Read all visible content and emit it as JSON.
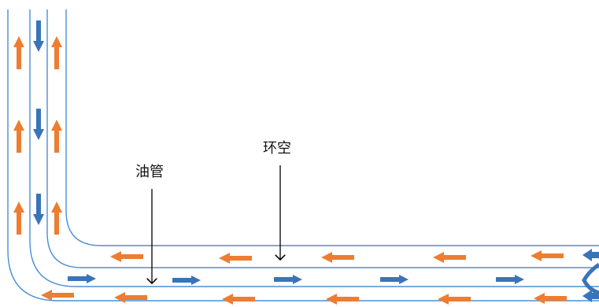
{
  "labels": {
    "tubing": "油管",
    "annulus": "环空"
  },
  "colors": {
    "pipe_wall": "#4a8fd6",
    "tubing_flow": "#3a74b8",
    "annulus_flow": "#ed7d31",
    "pointer": "#000000"
  },
  "flow": {
    "tubing_direction": "down-then-right",
    "annulus_direction": "left-then-up"
  }
}
